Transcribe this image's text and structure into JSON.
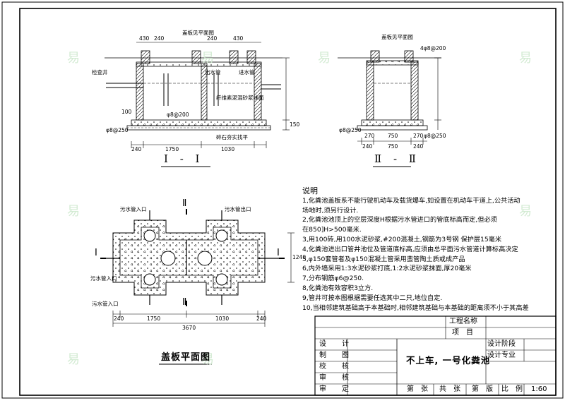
{
  "sections": {
    "section_1_title": "Ⅰ - Ⅰ",
    "section_2_title": "Ⅱ - Ⅱ",
    "plan_title": "盖板平面图"
  },
  "section1_labels": {
    "cover_plan_ref": "盖板见平面图",
    "manhole": "检查井",
    "outlet": "出水管",
    "inlet": "进水管",
    "mortar": "纤维素泥混砂浆抹面",
    "gravel": "碎石夯实找平",
    "rebar_a": "φ8@200",
    "rebar_b": "φ8@250"
  },
  "section1_dims": [
    "430",
    "240",
    "240",
    "430",
    "1750",
    "1030",
    "240",
    "100",
    "150"
  ],
  "section2_labels": {
    "cover_plan_ref": "盖板见平面图",
    "rebar_a": "4φ8@200",
    "rebar_b": "φ8@250",
    "rebar_c": "φ8@250"
  },
  "section2_dims": [
    "270",
    "750",
    "270",
    "240",
    "750",
    "240"
  ],
  "plan_labels": {
    "sewage_in_top": "污水管入口",
    "sewage_in_left": "污水管入口",
    "sewage_in_bottom": "污水管入口",
    "sewage_out": "污水管出口",
    "pipe_tag": "Ⅱ",
    "sec_tag_1": "Ⅰ",
    "side_dim": "1240"
  },
  "plan_dims": [
    "240",
    "1750",
    "1030",
    "240",
    "3670"
  ],
  "notes": {
    "heading": "说明",
    "items": [
      "1,化粪池盖板系不能行驶机动车及载货爆车,如设置在机动车干道上,公共活动",
      "  场地时,须另行设计.",
      "2,化粪池池顶上的空层深度H根据污水管进口的管底标高而定,但必须",
      "  在850]H>500毫米.",
      "3,用100砖,用100水泥砂浆,#200混凝土,钢筋为3号钢 保护层15毫米",
      "4,化粪池进出口管井池位及管道底标高,应须由总平面污水管道计算标高决定",
      "5,φ150套管者及φ150混凝土管采用蛮管陶土质或成产品",
      "6,内外墙采用1:3水泥砂浆打底,1:2水泥砂浆抹面,厚20毫米",
      "7,分布钢筋φ6@250.",
      "8,化粪池有效容积3立方.",
      "9,管井可按本图根据需要任选其中二只,地位自定.",
      "10,当相邻建筑基础高于本基础时,相邻建筑基础与本基础的距离须不小于其高差"
    ]
  },
  "title_block": {
    "project_name_label": "工程名称",
    "item_label": "项　目",
    "design_label": "设　计",
    "draw_label": "制　图",
    "check_label": "校　核",
    "review_label": "审　核",
    "approve_label": "审　定",
    "drawing_name": "不上车, 一号化粪池",
    "stage_label": "设计阶段",
    "major_label": "设计专业",
    "sheet_no": "第　张",
    "total": "共　张",
    "edition": "第　版",
    "scale_label": "比　例",
    "scale_value": "1:60"
  },
  "watermark": "易"
}
